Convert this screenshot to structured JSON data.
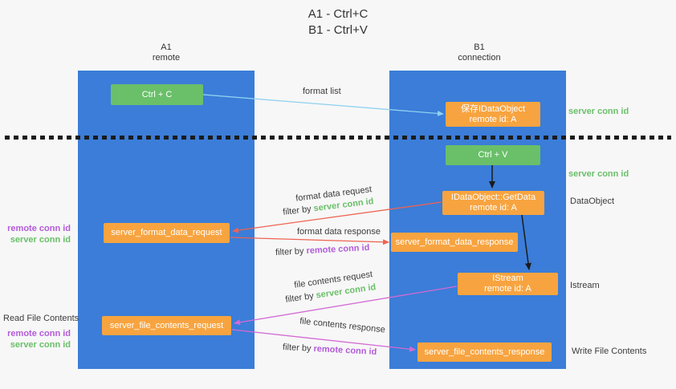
{
  "title": {
    "line1": "A1 - Ctrl+C",
    "line2": "B1 - Ctrl+V"
  },
  "lanes": {
    "left": {
      "name": "A1",
      "sub": "remote"
    },
    "right": {
      "name": "B1",
      "sub": "connection"
    }
  },
  "nodes": {
    "ctrl_c": {
      "label": "Ctrl + C"
    },
    "ctrl_v": {
      "label": "Ctrl + V"
    },
    "save_dataobject": {
      "line1": "保存IDataObject",
      "line2": "remote id: A"
    },
    "getdata": {
      "line1": "IDataObject::GetData",
      "line2": "remote id: A"
    },
    "istream": {
      "line1": "IStream",
      "line2": "remote id: A"
    },
    "format_request": {
      "label": "server_format_data_request"
    },
    "format_response": {
      "label": "server_format_data_response"
    },
    "file_request": {
      "label": "server_file_contents_request"
    },
    "file_response": {
      "label": "server_file_contents_response"
    }
  },
  "labels": {
    "format_list": "format list",
    "filter_by": "filter by",
    "server_conn_id": "server conn id",
    "remote_conn_id": "remote conn id",
    "format_data_request": "format data request",
    "format_data_response": "format data response",
    "file_contents_request": "file contents request",
    "file_contents_response": "file contents response",
    "dataobject": "DataObject",
    "istream": "Istream",
    "read_file_contents": "Read File Contents",
    "write_file_contents": "Write File Contents"
  },
  "colors": {
    "lane_blue": "#3b7dd8",
    "box_green": "#6abf69",
    "box_orange": "#f7a440",
    "green_text": "#6abf69",
    "purple_text": "#b35bd9",
    "arrow_blue": "#8ed1ef",
    "arrow_red": "#ee6352",
    "arrow_magenta": "#d36ad3",
    "arrow_black": "#1b1b1b"
  }
}
